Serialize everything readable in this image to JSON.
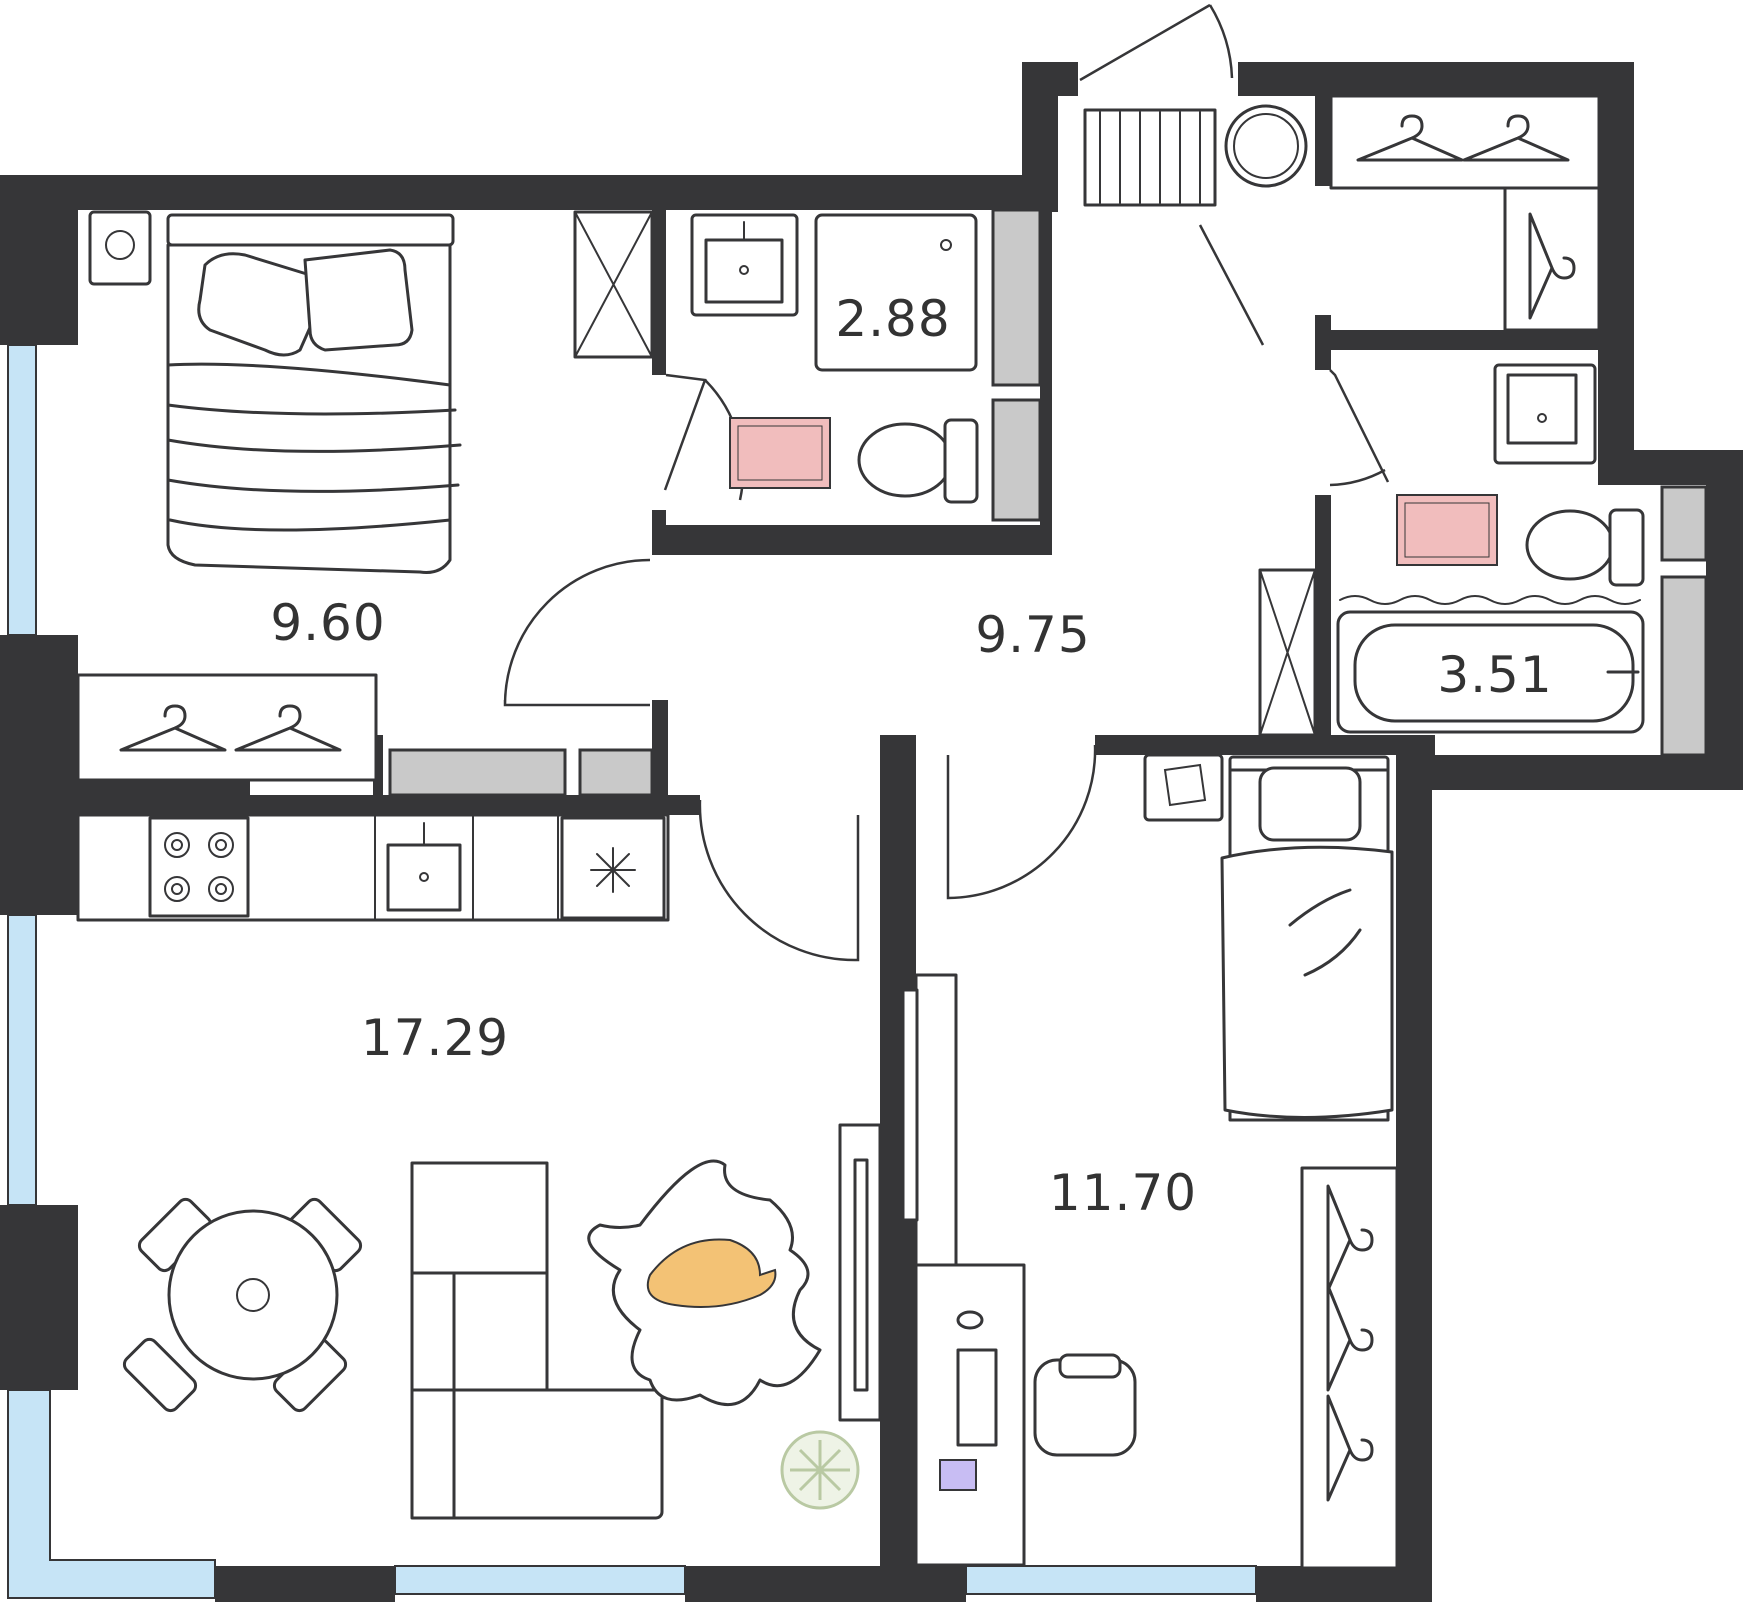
{
  "plan": {
    "colors": {
      "wall": "#363638",
      "column": "#c9c9c9",
      "window_glass": "#c6e4f6",
      "rug": "#f1bdbd",
      "dog": "#f3c275",
      "plant": "#b9c9a3",
      "notebook": "#c8bdf3"
    },
    "rooms": [
      {
        "name": "bedroom",
        "area": "9.60"
      },
      {
        "name": "bathroom-top",
        "area": "2.88"
      },
      {
        "name": "hallway",
        "area": "9.75"
      },
      {
        "name": "bathroom-right",
        "area": "3.51"
      },
      {
        "name": "kitchen-living",
        "area": "17.29"
      },
      {
        "name": "second-bedroom",
        "area": "11.70"
      }
    ],
    "icons": [
      "double-bed-icon",
      "single-bed-icon",
      "sofa-icon",
      "dining-table-icon",
      "hob-icon",
      "sink-icon",
      "fridge-icon",
      "toilet-icon",
      "bathtub-icon",
      "shower-icon",
      "washing-machine-icon",
      "desk-icon",
      "office-chair-icon",
      "tv-icon",
      "hanger-icon",
      "dog-icon",
      "plant-icon",
      "rug-icon"
    ]
  }
}
